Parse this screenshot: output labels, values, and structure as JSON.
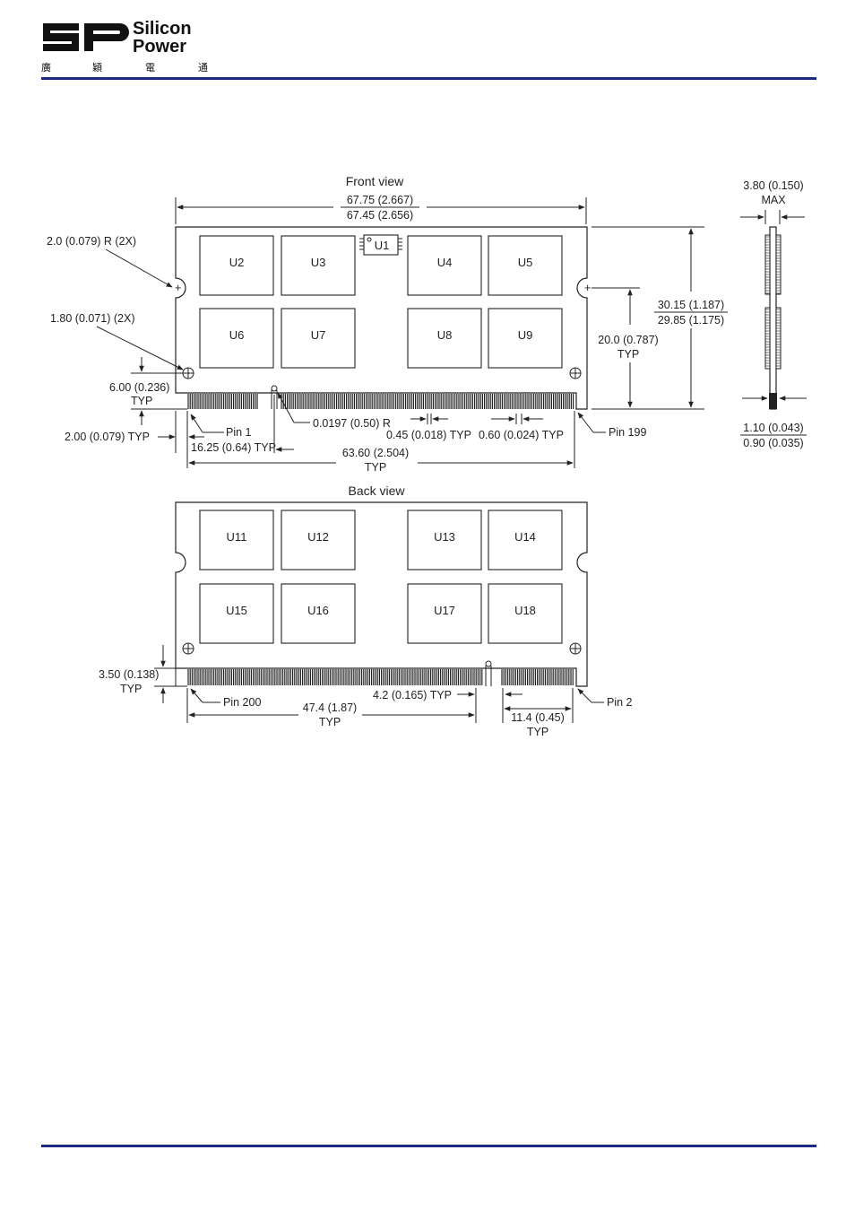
{
  "header": {
    "brand_line1": "Silicon",
    "brand_line2": "Power",
    "brand_mark": "SP",
    "chinese_name": [
      "廣",
      "穎",
      "電",
      "通"
    ],
    "rule_color": "#1b2a83"
  },
  "front": {
    "title": "Front view",
    "width_max": "67.75 (2.667)",
    "width_min": "67.45 (2.656)",
    "chips": [
      "U2",
      "U3",
      "U4",
      "U5",
      "U6",
      "U7",
      "U8",
      "U9"
    ],
    "small_chip": "U1",
    "notch_radius": "2.0 (0.079) R (2X)",
    "hole_dia": "1.80 (0.071) (2X)",
    "hole_height": "6.00 (0.236)",
    "hole_height_typ": "TYP",
    "edge_offset": "2.00 (0.079) TYP",
    "pin1": "Pin 1",
    "pin199": "Pin 199",
    "key_offset": "16.25 (0.64) TYP",
    "key_radius": "0.0197 (0.50) R",
    "pin_width": "0.45 (0.018) TYP",
    "pin_pitch": "0.60 (0.024) TYP",
    "contact_span": "63.60 (2.504)",
    "contact_span_typ": "TYP",
    "notch_height": "20.0 (0.787)",
    "notch_height_typ": "TYP",
    "height_max": "30.15 (1.187)",
    "height_min": "29.85 (1.175)"
  },
  "side": {
    "thick_max": "3.80 (0.150)",
    "thick_max_label": "MAX",
    "pcb_max": "1.10 (0.043)",
    "pcb_min": "0.90 (0.035)"
  },
  "back": {
    "title": "Back view",
    "chips": [
      "U11",
      "U12",
      "U13",
      "U14",
      "U15",
      "U16",
      "U17",
      "U18"
    ],
    "hole_height": "3.50 (0.138)",
    "hole_height_typ": "TYP",
    "pin200": "Pin 200",
    "pin2": "Pin 2",
    "left_span": "47.4 (1.87)",
    "left_span_typ": "TYP",
    "key_offset": "4.2 (0.165) TYP",
    "right_span": "11.4 (0.45)",
    "right_span_typ": "TYP"
  }
}
